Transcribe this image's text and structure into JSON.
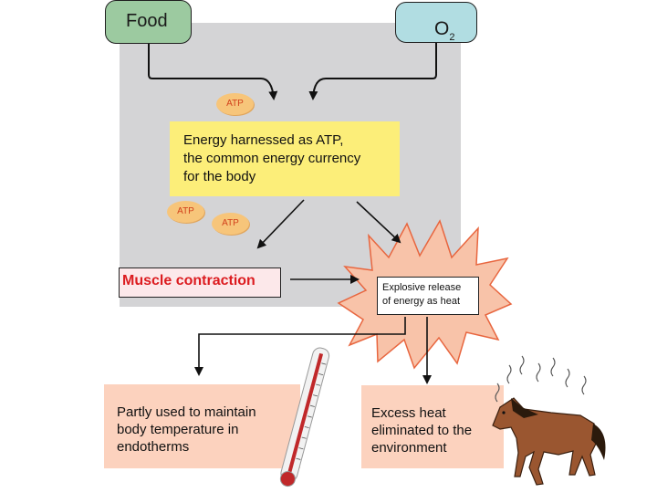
{
  "inputs": {
    "food": "Food",
    "o2_main": "O",
    "o2_sub": "2"
  },
  "atp_label": "ATP",
  "energy_text_lines": [
    "Energy harnessed as ATP,",
    "the common energy currency",
    "for the body"
  ],
  "muscle": "Muscle contraction",
  "explosive_lines": [
    "Explosive release",
    "of energy as heat"
  ],
  "partly_lines": [
    "Partly used to maintain",
    "body temperature in",
    "endotherms"
  ],
  "excess_lines": [
    "Excess heat",
    "eliminated to the",
    "environment"
  ],
  "colors": {
    "food_box": "#9ccaa0",
    "o2_box": "#b1dde2",
    "panel": "#d4d4d6",
    "energy_box": "#fcee79",
    "atp": "#f7c57a",
    "atp_text": "#d1401b",
    "burst": "#f8c3a9",
    "burst_edge": "#e8663f",
    "bottom_boxes": "#fcd2be",
    "muscle_text": "#dc1c20",
    "horse": "#9a5630"
  },
  "illustrations": [
    "thermometer-illustration",
    "horse-illustration"
  ]
}
